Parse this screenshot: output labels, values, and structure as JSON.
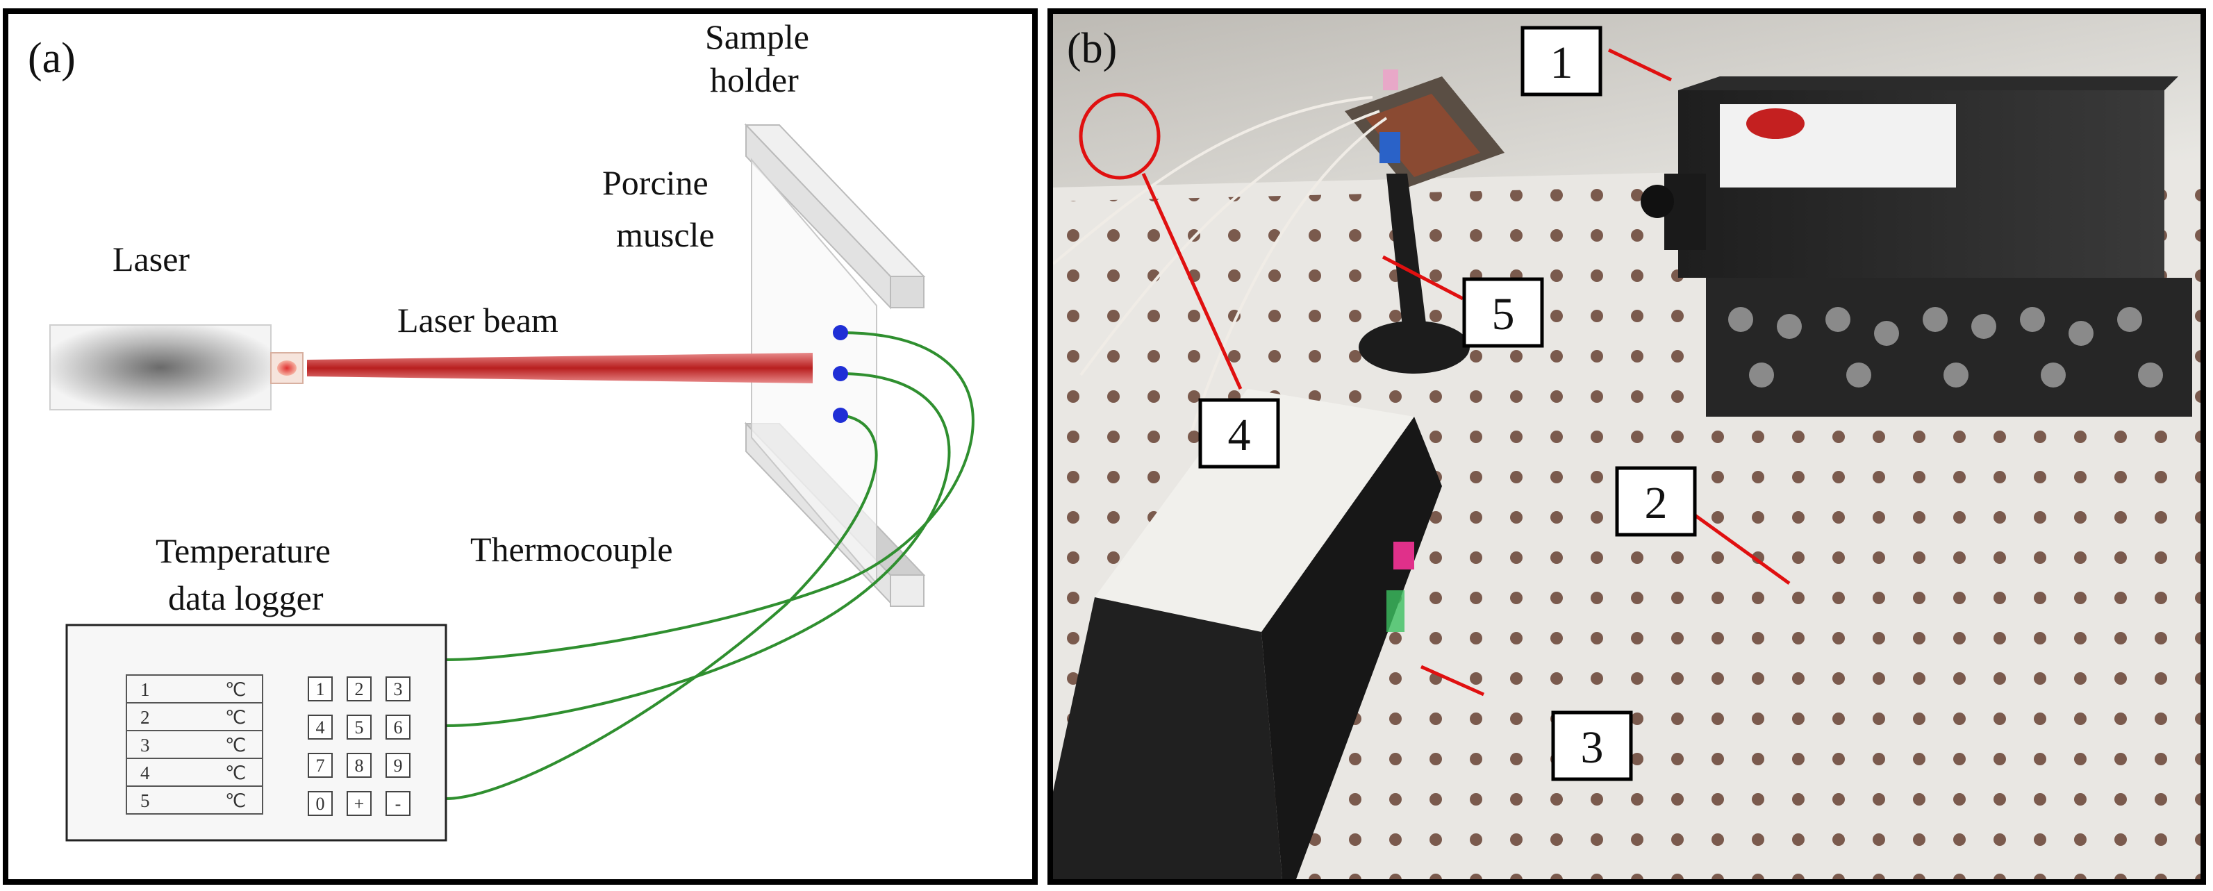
{
  "panel_a": {
    "tag": "(a)",
    "sample_holder": [
      "Sample",
      "holder"
    ],
    "porcine_muscle": [
      "Porcine",
      "muscle"
    ],
    "laser": "Laser",
    "laser_beam": "Laser beam",
    "thermocouple": "Thermocouple",
    "logger_title": [
      "Temperature",
      "data logger"
    ],
    "channels": [
      {
        "num": "1",
        "unit": "℃"
      },
      {
        "num": "2",
        "unit": "℃"
      },
      {
        "num": "3",
        "unit": "℃"
      },
      {
        "num": "4",
        "unit": "℃"
      },
      {
        "num": "5",
        "unit": "℃"
      }
    ],
    "keypad": [
      "1",
      "2",
      "3",
      "4",
      "5",
      "6",
      "7",
      "8",
      "9",
      "0",
      "+",
      "-"
    ],
    "colors": {
      "beam": "#c43030",
      "wire": "#2f8f2f",
      "sensor": "#1f2fd6"
    }
  },
  "panel_b": {
    "tag": "(b)",
    "callouts": [
      "1",
      "2",
      "3",
      "4",
      "5"
    ],
    "colors": {
      "pointer": "#e01010",
      "circle": "#e01010"
    }
  }
}
